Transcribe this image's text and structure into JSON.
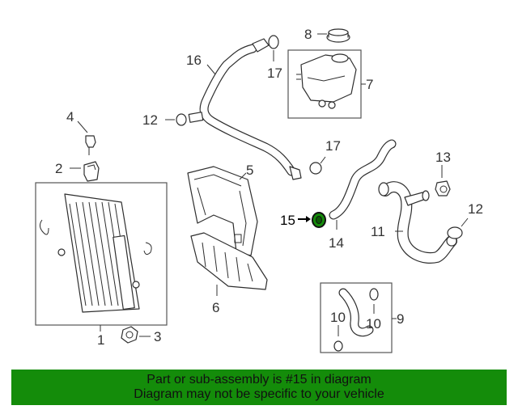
{
  "callouts": {
    "c1": "1",
    "c2": "2",
    "c3": "3",
    "c4": "4",
    "c5": "5",
    "c6": "6",
    "c7": "7",
    "c8": "8",
    "c9": "9",
    "c10a": "10",
    "c10b": "10",
    "c11": "11",
    "c12a": "12",
    "c12b": "12",
    "c13": "13",
    "c14": "14",
    "c15": "15",
    "c16": "16",
    "c17a": "17",
    "c17b": "17"
  },
  "highlight": {
    "part_number": "15",
    "color": "#148c0a"
  },
  "footer": {
    "line1": "Part or sub-assembly is #15 in diagram",
    "line2": "Diagram may not be specific to your vehicle",
    "background": "#148c0a"
  }
}
